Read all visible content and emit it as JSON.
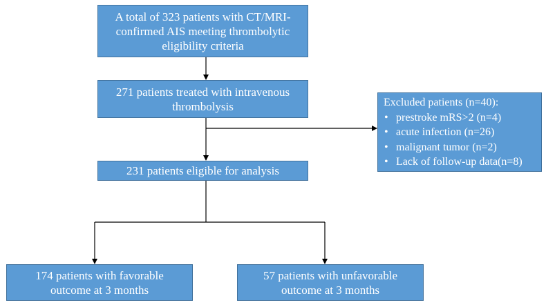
{
  "flowchart": {
    "step_total": "A total of 323 patients with CT/MRI-confirmed AIS meeting thrombolytic eligibility criteria",
    "step_total_lines": [
      "A total of 323 patients with CT/MRI-",
      "confirmed AIS meeting thrombolytic",
      "eligibility criteria"
    ],
    "step_treated": "271 patients treated with intravenous thrombolysis",
    "step_treated_lines": [
      "271 patients treated with intravenous",
      "thrombolysis"
    ],
    "step_eligible": "231 patients eligible for analysis",
    "outcome_favorable": "174 patients with favorable outcome at 3 months",
    "outcome_favorable_lines": [
      "174 patients with favorable",
      "outcome at 3 months"
    ],
    "outcome_unfavorable": "57 patients with unfavorable outcome at 3 months",
    "outcome_unfavorable_lines": [
      "57 patients with unfavorable",
      "outcome at 3 months"
    ],
    "excluded": {
      "title": "Excluded patients (n=40):",
      "items": [
        "prestroke mRS>2 (n=4)",
        "acute infection (n=26)",
        "malignant tumor (n=2)",
        "Lack of follow-up data(n=8)"
      ]
    },
    "colors": {
      "box_fill": "#5b9bd5",
      "box_border": "#41719c",
      "box_text": "#ffffff",
      "connector": "#000000"
    }
  }
}
